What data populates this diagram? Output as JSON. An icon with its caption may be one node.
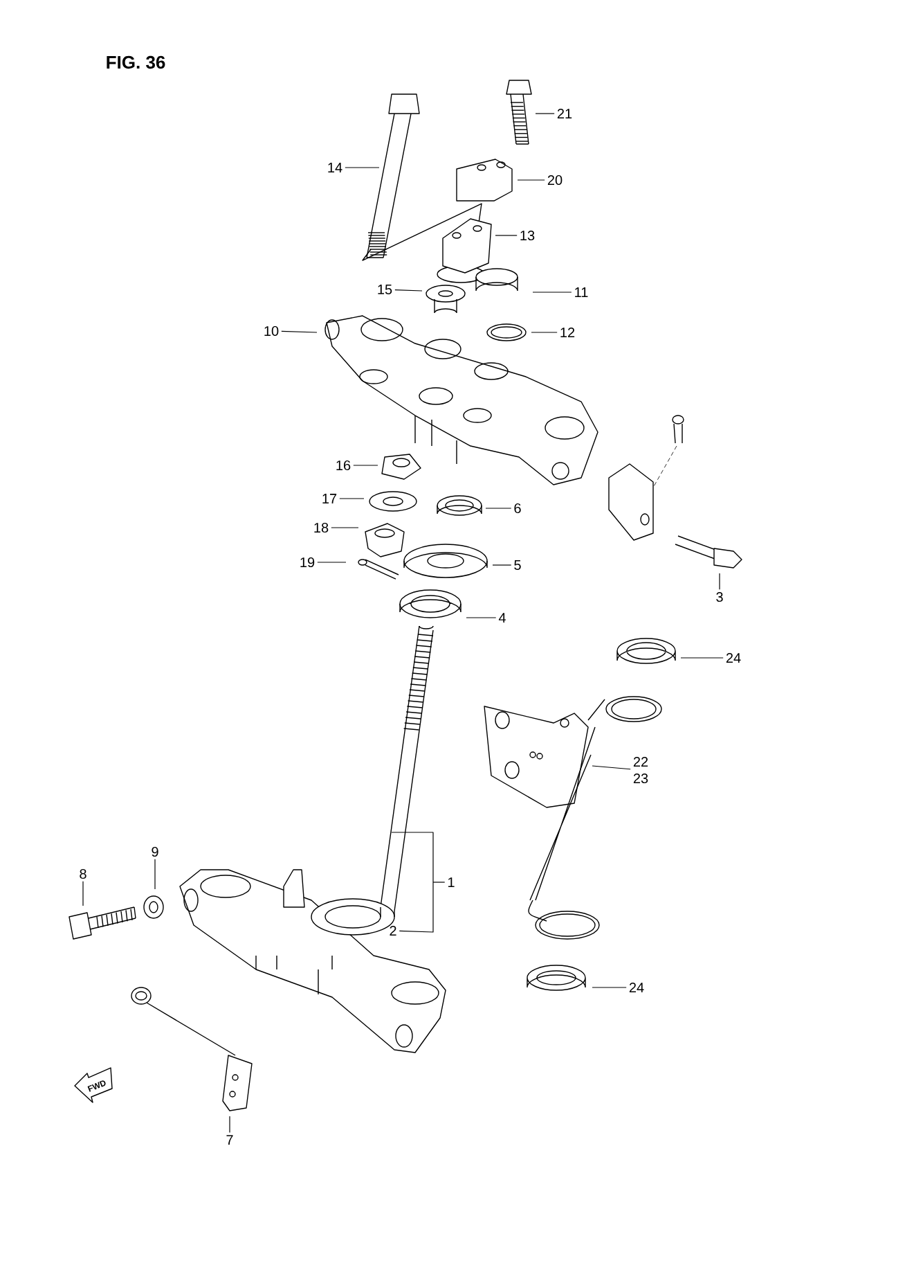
{
  "diagram": {
    "title": "FIG. 36",
    "nodes": [
      {
        "text": [
          "21"
        ]
      },
      {
        "text": [
          "14"
        ]
      },
      {
        "text": [
          "20"
        ]
      },
      {
        "text": [
          "13"
        ]
      },
      {
        "text": [
          "15"
        ]
      },
      {
        "text": [
          "11"
        ]
      },
      {
        "text": [
          "10"
        ]
      },
      {
        "text": [
          "12"
        ]
      },
      {
        "text": [
          "16"
        ]
      },
      {
        "text": [
          "17"
        ]
      },
      {
        "text": [
          "6"
        ]
      },
      {
        "text": [
          "18"
        ]
      },
      {
        "text": [
          "19"
        ]
      },
      {
        "text": [
          "5"
        ]
      },
      {
        "text": [
          "3"
        ]
      },
      {
        "text": [
          "4"
        ]
      },
      {
        "text": [
          "24"
        ]
      },
      {
        "text": [
          "22",
          "23"
        ]
      },
      {
        "text": [
          "9"
        ]
      },
      {
        "text": [
          "8"
        ]
      },
      {
        "text": [
          "1"
        ]
      },
      {
        "text": [
          "2"
        ]
      },
      {
        "text": [
          "24"
        ]
      },
      {
        "text": [
          "7"
        ]
      }
    ],
    "edges": [
      {
        "from": 0,
        "to": null,
        "arrow": "none"
      },
      {
        "from": 1,
        "to": null,
        "arrow": "none"
      },
      {
        "from": 2,
        "to": null,
        "arrow": "none"
      },
      {
        "from": 3,
        "to": null,
        "arrow": "none"
      },
      {
        "from": 4,
        "to": null,
        "arrow": "none"
      },
      {
        "from": 5,
        "to": null,
        "arrow": "none"
      },
      {
        "from": 6,
        "to": null,
        "arrow": "none"
      },
      {
        "from": 7,
        "to": null,
        "arrow": "none"
      },
      {
        "from": 8,
        "to": null,
        "arrow": "none"
      },
      {
        "from": 9,
        "to": null,
        "arrow": "none"
      },
      {
        "from": 10,
        "to": null,
        "arrow": "none"
      },
      {
        "from": 11,
        "to": null,
        "arrow": "none"
      },
      {
        "from": 12,
        "to": null,
        "arrow": "none"
      },
      {
        "from": 13,
        "to": null,
        "arrow": "none"
      },
      {
        "from": 14,
        "to": null,
        "arrow": "none"
      },
      {
        "from": 15,
        "to": null,
        "arrow": "none"
      },
      {
        "from": 16,
        "to": null,
        "arrow": "none"
      },
      {
        "from": 17,
        "to": null,
        "arrow": "none"
      },
      {
        "from": 18,
        "to": null,
        "arrow": "none"
      },
      {
        "from": 19,
        "to": null,
        "arrow": "none"
      },
      {
        "from": 20,
        "to": null,
        "arrow": "none"
      },
      {
        "from": 21,
        "to": null,
        "arrow": "none"
      },
      {
        "from": 22,
        "to": null,
        "arrow": "none"
      },
      {
        "from": 23,
        "to": null,
        "arrow": "none"
      }
    ],
    "labels": [
      "FWD"
    ]
  }
}
